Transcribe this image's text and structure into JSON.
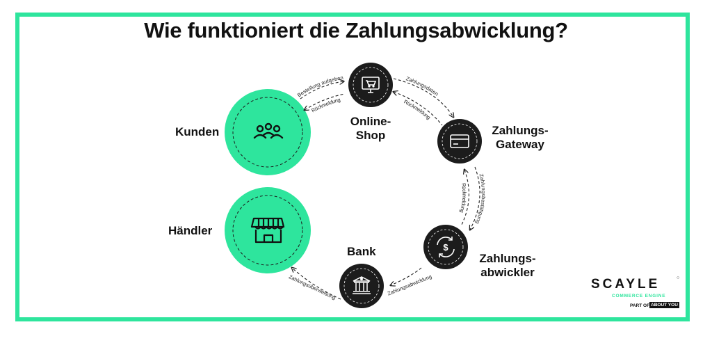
{
  "title": "Wie funktioniert die Zahlungsabwicklung?",
  "colors": {
    "accent": "#2ee59d",
    "dark": "#1c1c1c"
  },
  "nodes": {
    "kunden": {
      "label": "Kunden",
      "icon": "people-icon"
    },
    "haendler": {
      "label": "Händler",
      "icon": "store-icon"
    },
    "online_shop": {
      "label_line1": "Online-",
      "label_line2": "Shop",
      "icon": "cart-monitor-icon"
    },
    "gateway": {
      "label_line1": "Zahlungs-",
      "label_line2": "Gateway",
      "icon": "credit-card-icon"
    },
    "abwickler": {
      "label_line1": "Zahlungs-",
      "label_line2": "abwickler",
      "icon": "dollar-cycle-icon"
    },
    "bank": {
      "label": "Bank",
      "icon": "bank-icon"
    }
  },
  "flows": {
    "bestellung": "Bestellung aufgeben",
    "rueck1": "Rückmeldung",
    "zahlungsdaten": "Zahlungsdaten",
    "rueck2": "Rückmeldung",
    "bestaetigung": "Zahlungsbestätigung",
    "rueck3": "Rückmeldung",
    "abwicklung": "Zahlungsabwicklung",
    "ueberweisung": "Zahlungsüberweisung"
  },
  "logo": {
    "word": "SCAYLE",
    "sub": "COMMERCE ENGINE",
    "part": "PART OF",
    "brand": "ABOUT YOU"
  }
}
